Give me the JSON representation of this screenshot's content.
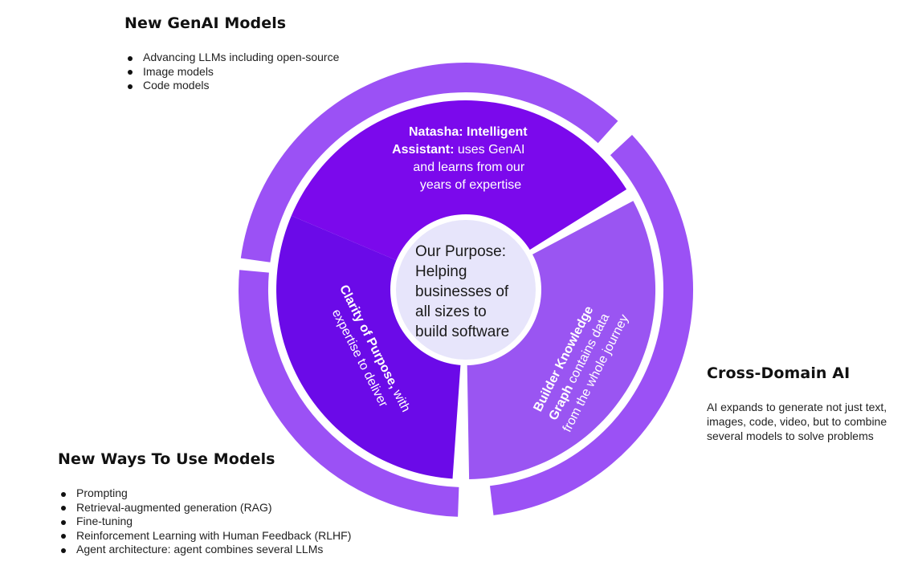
{
  "genai": {
    "title": "New GenAI Models",
    "items": [
      "Advancing LLMs including open-source",
      "Image models",
      "Code models"
    ]
  },
  "ways": {
    "title": "New Ways To Use Models",
    "items": [
      "Prompting",
      "Retrieval-augmented generation (RAG)",
      "Fine-tuning",
      "Reinforcement Learning with Human Feedback (RLHF)",
      "Agent architecture: agent combines several LLMs"
    ]
  },
  "cross": {
    "title": "Cross-Domain AI",
    "description": "AI expands to generate not just text, images, code, video, but to combine several models to solve problems"
  },
  "center": {
    "lines": [
      "Our Purpose:",
      "Helping",
      "businesses of",
      "all sizes to",
      "build software"
    ]
  },
  "segments": {
    "top": {
      "line1_bold": "Natasha: Intelligent",
      "line2_bold": "Assistant:",
      "line2_rest": " uses GenAI",
      "line3": "and learns from our",
      "line4": "years of expertise"
    },
    "left": {
      "line1_bold": "Clarity of Purpose,",
      "line1_rest": " with",
      "line2": "expertise to deliver"
    },
    "right": {
      "line1_bold": "Builder Knowledge",
      "line2_bold": "Graph",
      "line2_rest": " contains data",
      "line3": "from the whole journey"
    }
  },
  "colors": {
    "outer_ring": "#9B51F5",
    "top_segment": "#7B09EC",
    "left_segment": "#6B0AE8",
    "right_segment": "#9A55F2",
    "center_circle": "#E7E5FB"
  }
}
